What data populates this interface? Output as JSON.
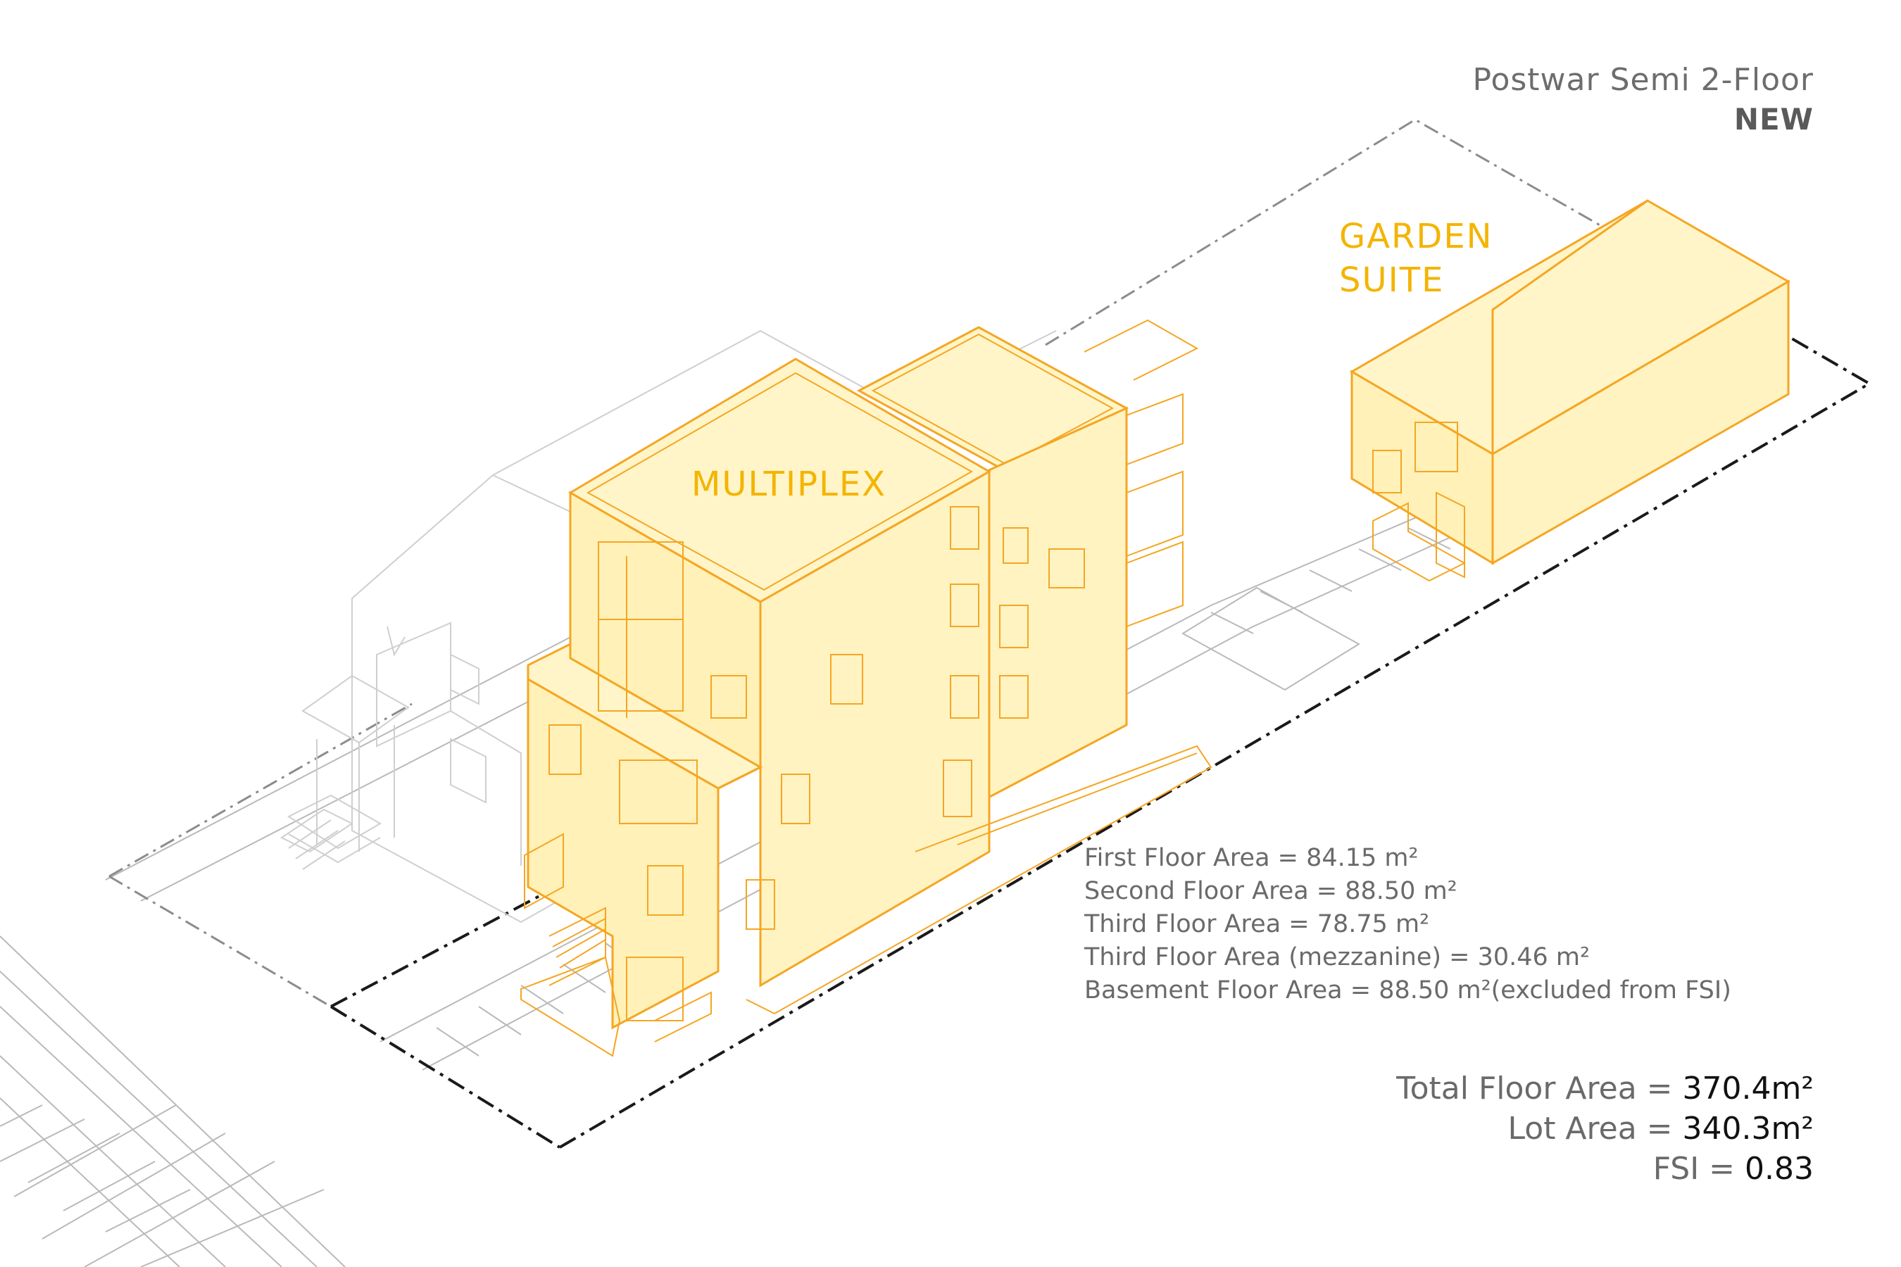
{
  "header": {
    "title": "Postwar Semi 2-Floor",
    "subtitle": "NEW"
  },
  "labels": {
    "garden_line1": "GARDEN",
    "garden_line2": "SUITE",
    "multiplex": "MULTIPLEX"
  },
  "floor_areas": [
    "First Floor Area = 84.15 m²",
    "Second Floor Area = 88.50 m²",
    "Third Floor Area = 78.75 m²",
    "Third Floor Area (mezzanine) = 30.46 m²",
    "Basement Floor Area = 88.50 m²(excluded from FSI)"
  ],
  "totals": {
    "total_floor_area_label": "Total Floor Area = ",
    "total_floor_area_value": "370.4m²",
    "lot_area_label": "Lot Area = ",
    "lot_area_value": "340.3m²",
    "fsi_label": "FSI = ",
    "fsi_value": "0.83"
  },
  "colors": {
    "accent": "#f4b400",
    "building_fill": "#fff3c2",
    "building_stroke": "#f5a623",
    "context_line": "#cfcfcf",
    "text_gray": "#6a6a6a"
  }
}
